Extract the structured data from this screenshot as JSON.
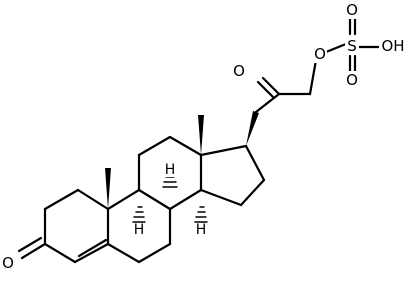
{
  "molecule": {
    "labels": {
      "ketone_oxygen_top": "O",
      "ether_oxygen": "O",
      "sulfur": "S",
      "sulfonyl_oxygen_upper": "O",
      "sulfonyl_oxygen_lower": "O",
      "hydroxyl": "OH",
      "ring_ketone_oxygen": "O",
      "hydrogen_c8": "H",
      "hydrogen_c9": "H",
      "hydrogen_c14": "H"
    }
  }
}
